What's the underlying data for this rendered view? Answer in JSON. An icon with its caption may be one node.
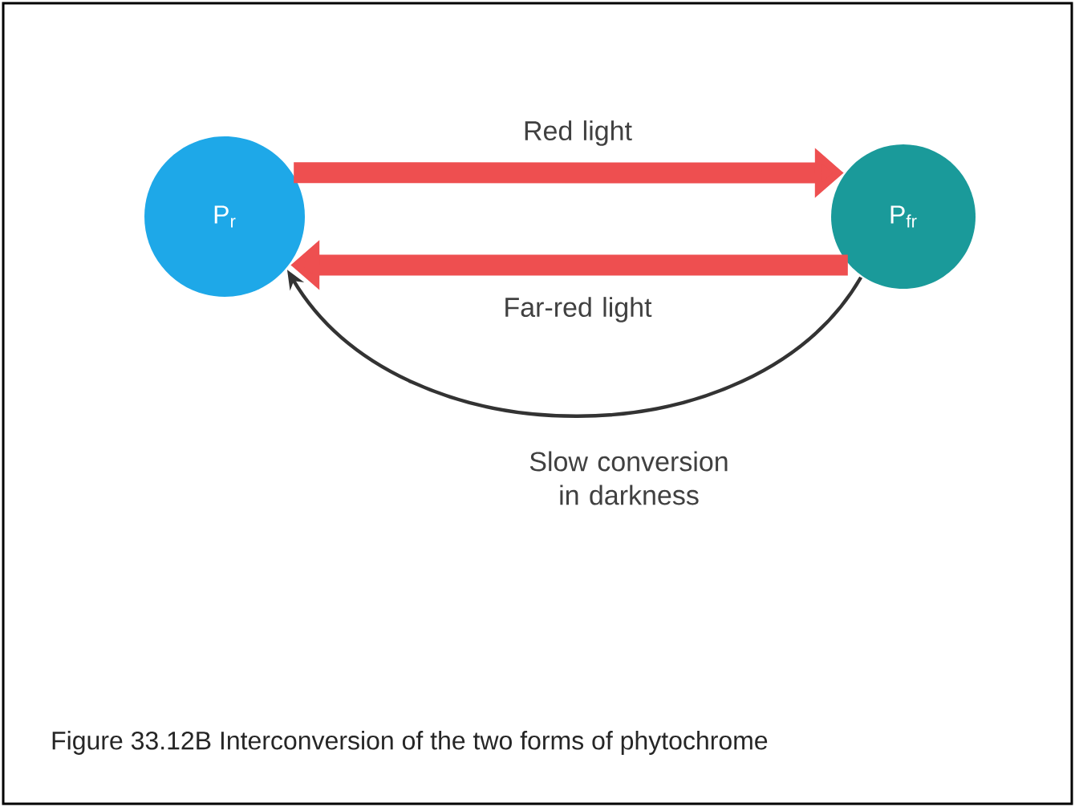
{
  "diagram": {
    "caption": "Figure 33.12B Interconversion of the two forms of phytochrome",
    "nodes": [
      {
        "text": [
          "P$_{r}$"
        ]
      },
      {
        "text": [
          "P$_{fr}$"
        ]
      }
    ],
    "edges": [
      {
        "from": 0,
        "to": 1,
        "arrow": "to",
        "label": "Red light"
      },
      {
        "from": 1,
        "to": 0,
        "arrow": "to",
        "label": "Far-red light"
      },
      {
        "from": 1,
        "to": 0,
        "arrow": "to",
        "label": "Slow conversion in darkness",
        "color": "#333333"
      }
    ]
  }
}
